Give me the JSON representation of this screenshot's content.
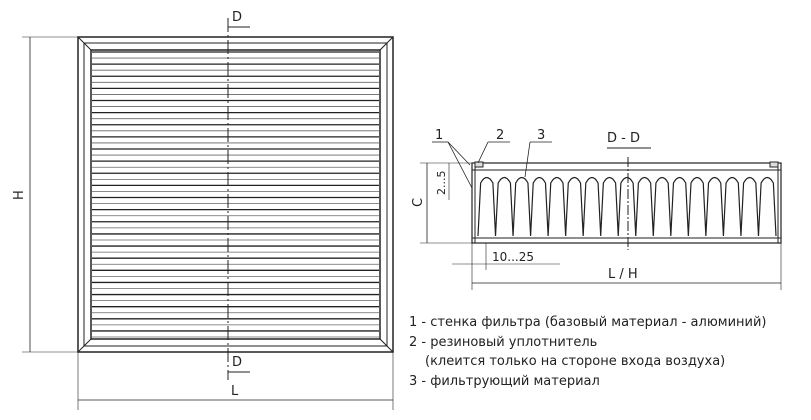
{
  "front_view": {
    "section_mark_top": "D",
    "section_mark_bottom": "D",
    "height_label": "H",
    "length_label": "L",
    "pleat_lines": 48
  },
  "section_view": {
    "title": "D - D",
    "callout_1": "1",
    "callout_2": "2",
    "callout_3": "3",
    "depth_label": "C",
    "wall_gap_label": "2...5",
    "seal_offset_label": "10...25",
    "length_label": "L / H",
    "pleats": 17
  },
  "legend": [
    "1 - стенка фильтра (базовый материал - алюминий)",
    "2 - резиновый уплотнитель",
    "(клеится только на стороне входа воздуха)",
    "3 - фильтрующий материал"
  ]
}
